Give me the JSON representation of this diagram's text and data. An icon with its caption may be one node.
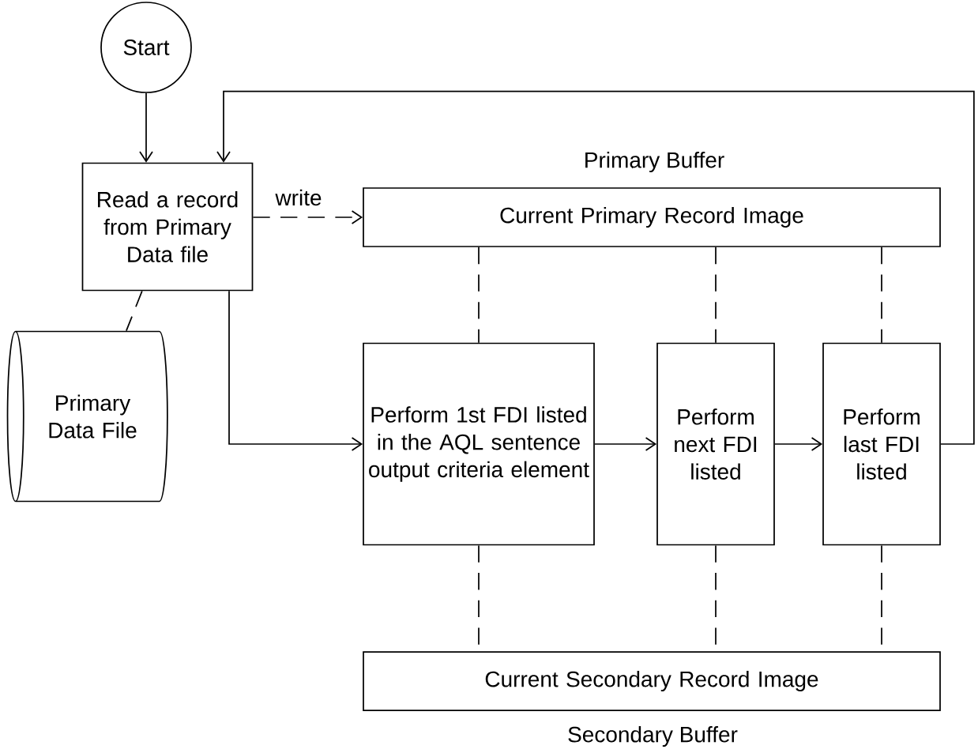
{
  "diagram": {
    "nodes": [
      {
        "text": [
          "Start"
        ]
      },
      {
        "text": [
          "Read a record from Primary Data file"
        ]
      },
      {
        "text": [
          "Primary Data File"
        ]
      },
      {
        "text": [
          "Current Primary Record Image"
        ],
        "beside": [
          "Primary Buffer"
        ]
      },
      {
        "text": [
          "Perform 1st FDI listed in the AQL sentence output criteria element"
        ]
      },
      {
        "text": [
          "Perform next FDI listed"
        ]
      },
      {
        "text": [
          "Perform last FDI listed"
        ]
      },
      {
        "text": [
          "Current Secondary Record Image"
        ],
        "beside": [
          "Secondary Buffer"
        ]
      }
    ],
    "edges": [
      {
        "from": 0,
        "to": 1,
        "arrow": "to"
      },
      {
        "from": 1,
        "to": 3,
        "arrow": "to",
        "style": "dashed",
        "label": "write"
      },
      {
        "from": 1,
        "to": 2,
        "arrow": "none",
        "style": "dashed"
      },
      {
        "from": 1,
        "to": 4,
        "arrow": "to"
      },
      {
        "from": 4,
        "to": 5,
        "arrow": "to"
      },
      {
        "from": 5,
        "to": 6,
        "arrow": "to"
      },
      {
        "from": 6,
        "to": 1,
        "arrow": "to"
      },
      {
        "from": 3,
        "to": 4,
        "arrow": "none",
        "style": "dashed"
      },
      {
        "from": 3,
        "to": 5,
        "arrow": "none",
        "style": "dashed"
      },
      {
        "from": 3,
        "to": 6,
        "arrow": "none",
        "style": "dashed"
      },
      {
        "from": 4,
        "to": 7,
        "arrow": "none",
        "style": "dashed"
      },
      {
        "from": 5,
        "to": 7,
        "arrow": "none",
        "style": "dashed"
      },
      {
        "from": 6,
        "to": 7,
        "arrow": "none",
        "style": "dashed"
      }
    ]
  }
}
